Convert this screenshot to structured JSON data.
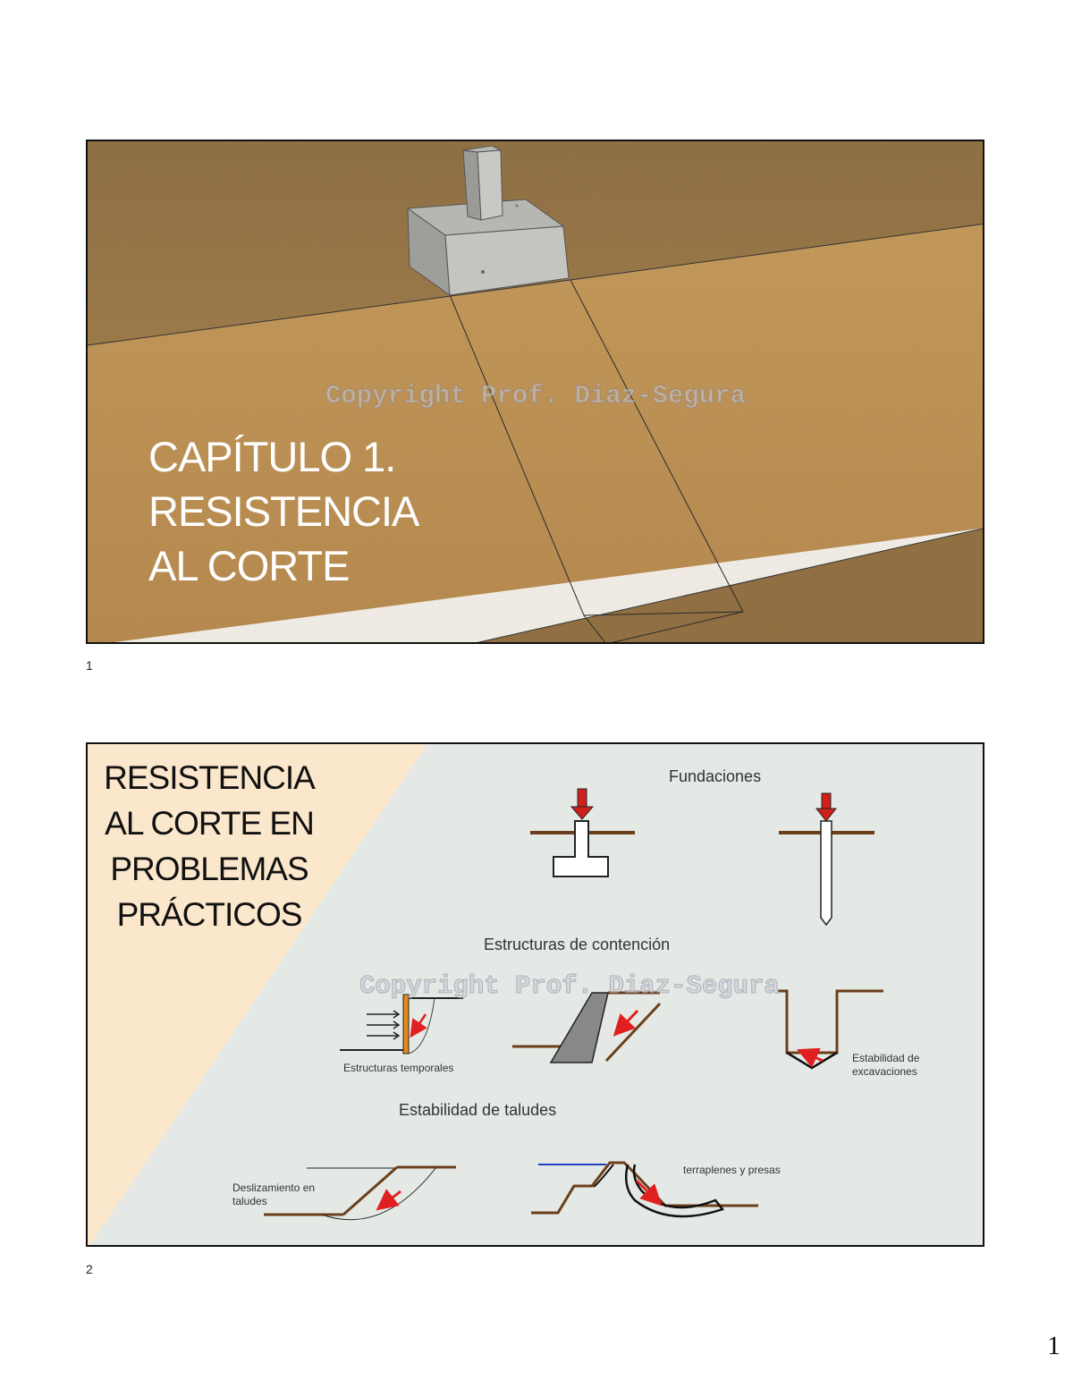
{
  "slide1": {
    "title_lines": [
      "CAPÍTULO 1.",
      "RESISTENCIA",
      "AL CORTE"
    ],
    "watermark": "Copyright Prof. Diaz-Segura",
    "number": "1"
  },
  "slide2": {
    "title_lines": [
      "RESISTENCIA",
      "AL CORTE EN",
      "PROBLEMAS",
      "PRÁCTICOS"
    ],
    "watermark": "Copyright Prof. Diaz-Segura",
    "sections": {
      "fundaciones": "Fundaciones",
      "contencion": "Estructuras de contención",
      "taludes": "Estabilidad de taludes"
    },
    "labels": {
      "temporales": "Estructuras temporales",
      "excavaciones_1": "Estabilidad de",
      "excavaciones_2": "excavaciones",
      "deslizamiento_1": "Deslizamiento en",
      "deslizamiento_2": "taludes",
      "terraplenes": "terraplenes y presas"
    },
    "number": "2"
  },
  "page_number": "1",
  "colors": {
    "ground": "#6b3f1a",
    "arrow": "#e02020",
    "wall": "#e58a1e",
    "water": "#1f3fbf",
    "slide2_bg": "#e4e9e6",
    "slide2_corner": "#fbe7cc"
  }
}
